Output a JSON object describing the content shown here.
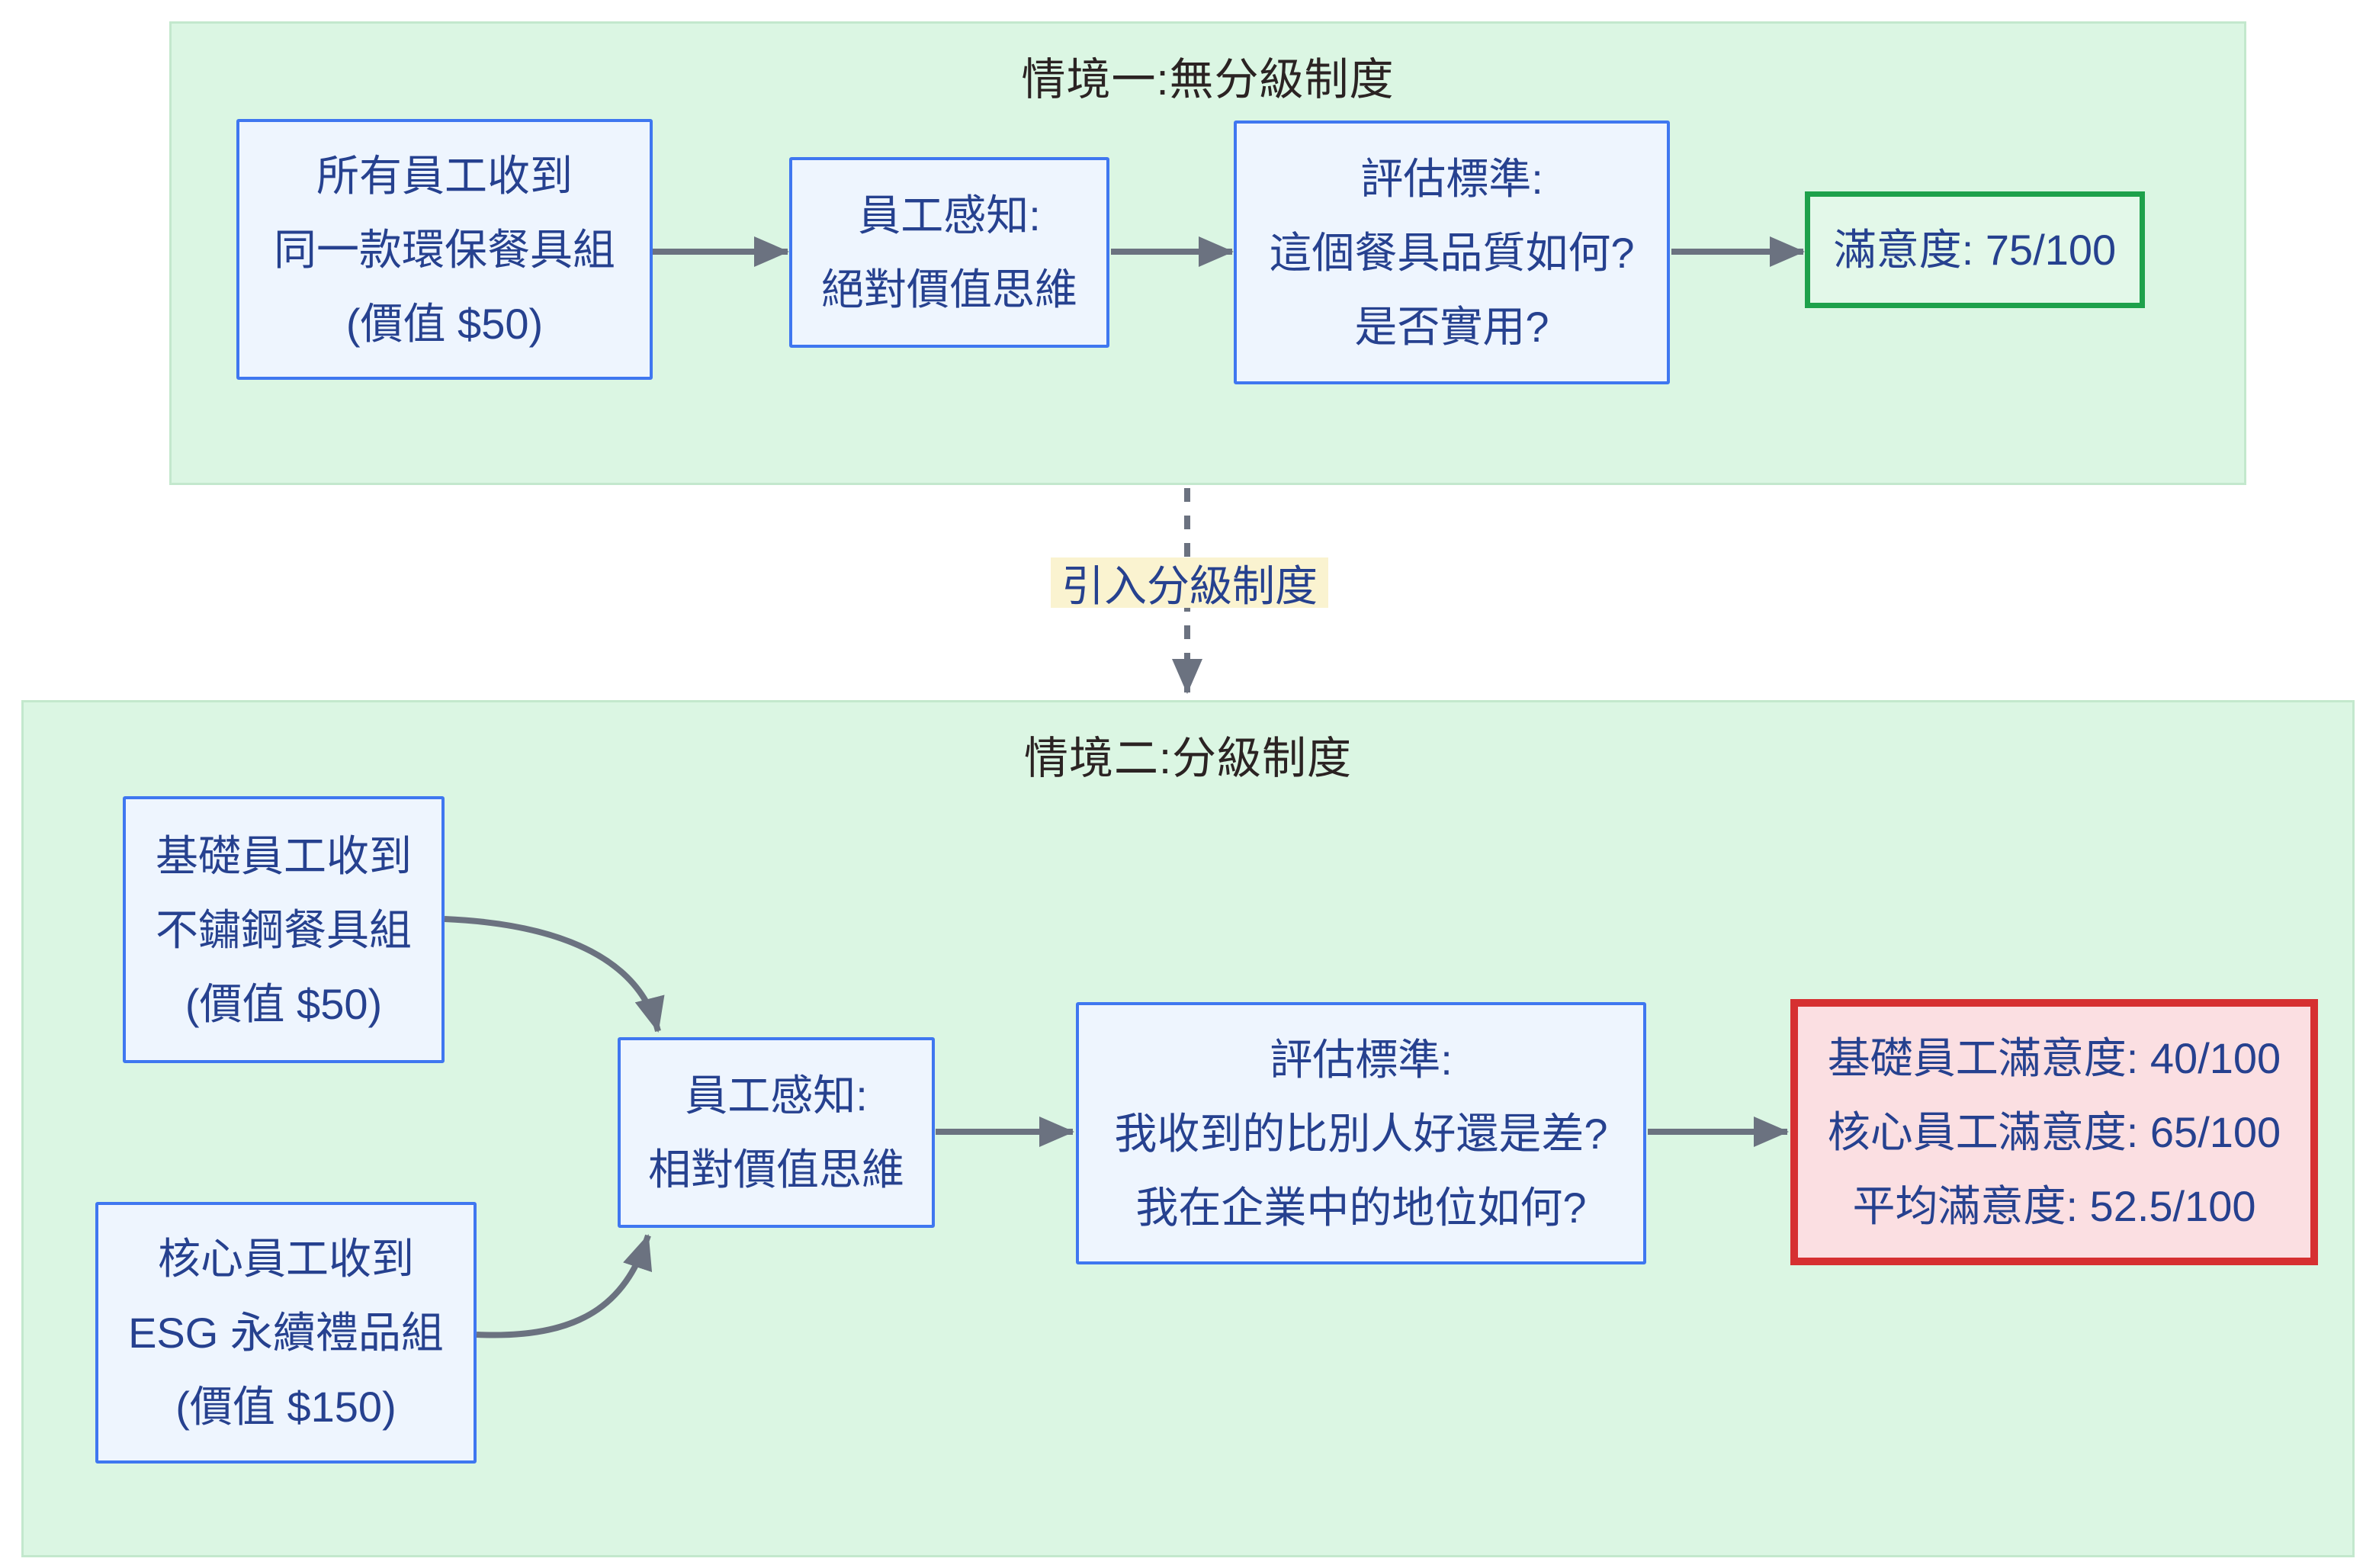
{
  "section1": {
    "title": "情境一:無分級制度",
    "gift": [
      "所有員工收到",
      "同一款環保餐具組",
      "(價值 $50)"
    ],
    "perception": [
      "員工感知:",
      "絕對價值思維"
    ],
    "criteria": [
      "評估標準:",
      "這個餐具品質如何?",
      "是否實用?"
    ],
    "result": [
      "滿意度: 75/100"
    ]
  },
  "transition": {
    "label": "引入分級制度"
  },
  "section2": {
    "title": "情境二:分級制度",
    "basic_gift": [
      "基礎員工收到",
      "不鏽鋼餐具組",
      "(價值 $50)"
    ],
    "core_gift": [
      "核心員工收到",
      "ESG 永續禮品組",
      "(價值 $150)"
    ],
    "perception": [
      "員工感知:",
      "相對價值思維"
    ],
    "criteria": [
      "評估標準:",
      "我收到的比別人好還是差?",
      "我在企業中的地位如何?"
    ],
    "result": [
      "基礎員工滿意度: 40/100",
      "核心員工滿意度: 65/100",
      "平均滿意度: 52.5/100"
    ]
  },
  "colors": {
    "page_bg": "#ffffff",
    "panel_bg": "#dbf6e3",
    "panel_border": "#c3e8cd",
    "node_bg": "#eef5fe",
    "node_border": "#3f77f0",
    "node_text": "#26418f",
    "title_text": "#2b2323",
    "arrow": "#6b7280",
    "success_border": "#1ea14b",
    "success_bg": "#e3f8e9",
    "danger_border": "#d63031",
    "danger_bg": "#fbdfe2",
    "label_bg": "#faf3d0"
  }
}
